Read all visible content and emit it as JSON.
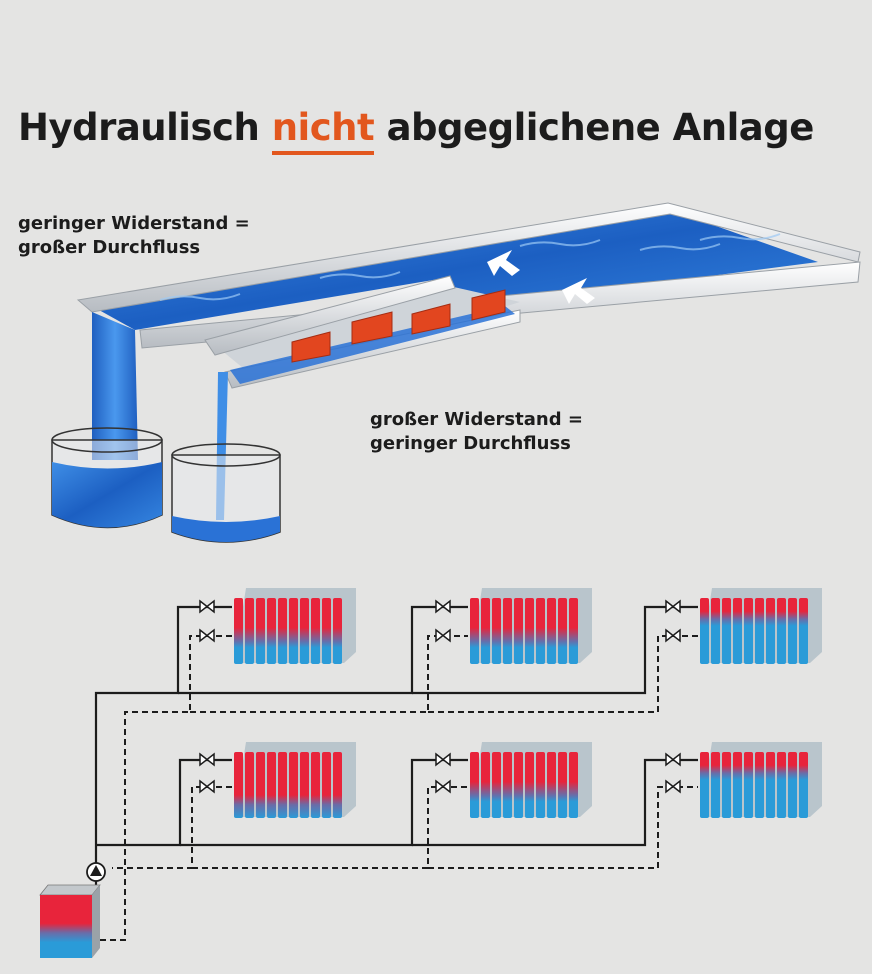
{
  "title": {
    "part1": "Hydraulisch",
    "highlight": "nicht",
    "part2": "abgeglichene Anlage"
  },
  "labels": {
    "low_resistance_line1": "geringer Widerstand =",
    "low_resistance_line2": "großer Durchfluss",
    "high_resistance_line1": "großer Widerstand =",
    "high_resistance_line2": "geringer Durchfluss"
  },
  "colors": {
    "background": "#e4e4e3",
    "accent": "#e2571e",
    "water": "#1e6fd0",
    "hot": "#e8243b",
    "cold": "#2a9bd8",
    "pipe": "#1c1c1c"
  }
}
